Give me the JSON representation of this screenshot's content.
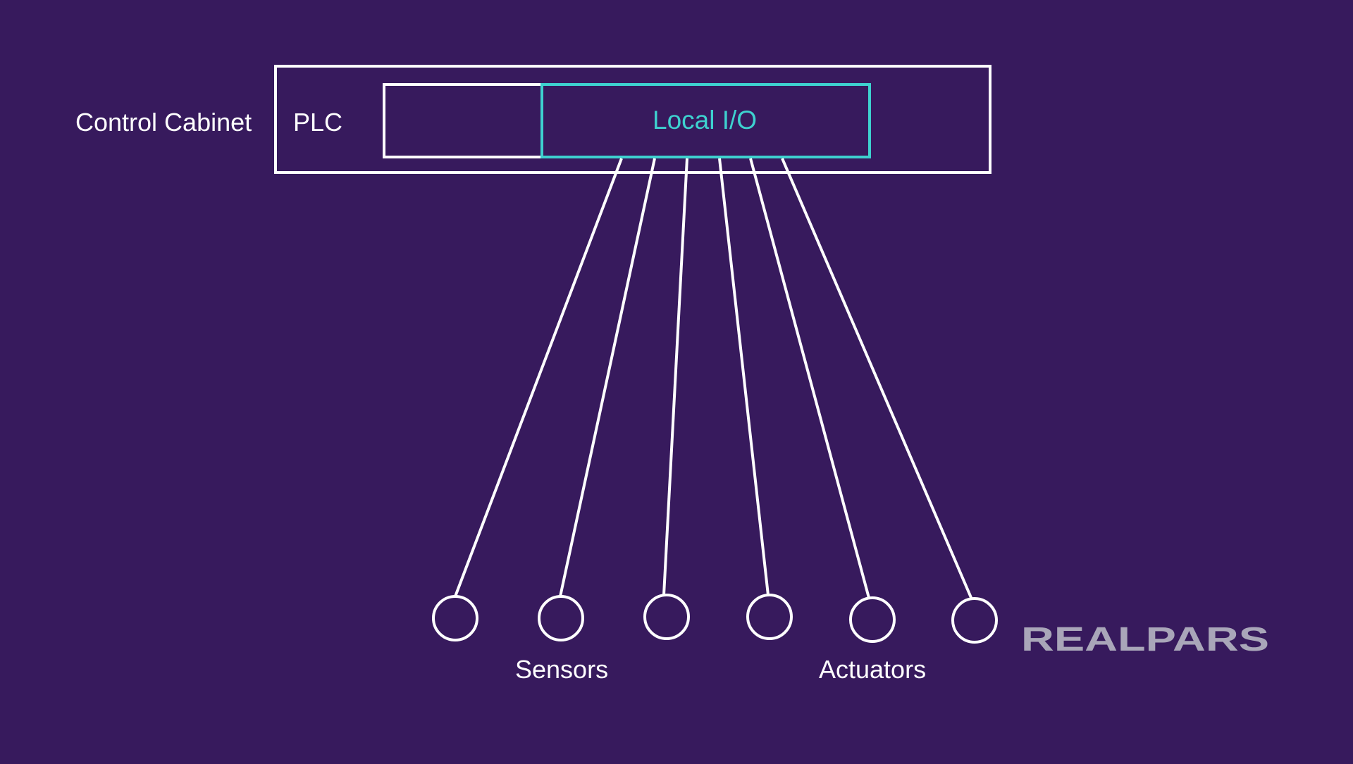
{
  "labels": {
    "control_cabinet": "Control Cabinet",
    "plc": "PLC",
    "local_io": "Local I/O",
    "sensors": "Sensors",
    "actuators": "Actuators"
  },
  "brand": {
    "logo_text": "REALPARS",
    "logo_color": "#a9a6b9"
  },
  "colors": {
    "background": "#371a5d",
    "stroke": "#ffffff",
    "accent": "#3ed1cf"
  },
  "devices": [
    {
      "id": "sensor-1",
      "group": "sensors"
    },
    {
      "id": "sensor-2",
      "group": "sensors"
    },
    {
      "id": "sensor-3",
      "group": "sensors"
    },
    {
      "id": "actuator-1",
      "group": "actuators"
    },
    {
      "id": "actuator-2",
      "group": "actuators"
    },
    {
      "id": "actuator-3",
      "group": "actuators"
    }
  ]
}
